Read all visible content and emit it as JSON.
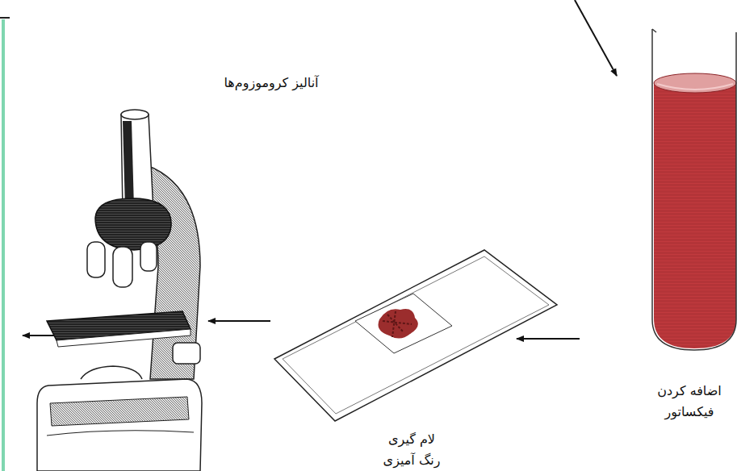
{
  "diagram": {
    "nodes": [
      {
        "text": [
          "اضافه کردن فیکساتور"
        ]
      },
      {
        "text": [
          "لام گیری",
          "رنگ آمیزی"
        ]
      },
      {
        "text": [
          "آنالیز کروموزوم‌ها"
        ]
      }
    ],
    "edges": [
      {
        "from": 0,
        "to": 1,
        "arrow": "to"
      },
      {
        "from": 1,
        "to": 2,
        "arrow": "to"
      }
    ]
  }
}
